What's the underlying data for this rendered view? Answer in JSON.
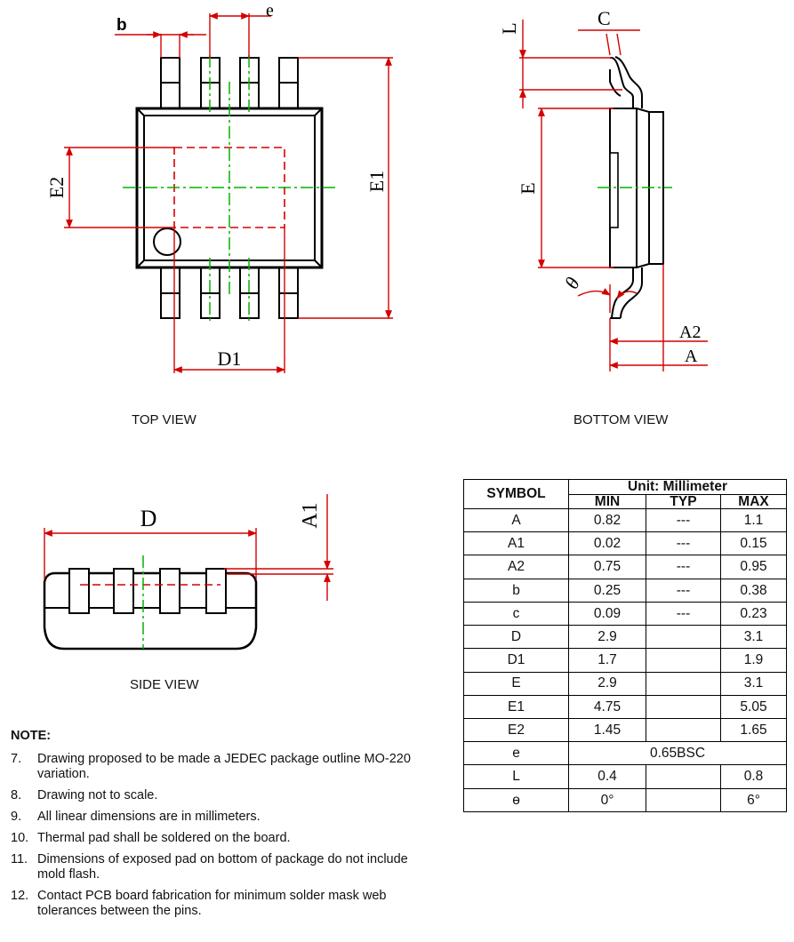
{
  "labels": {
    "b": "b",
    "e": "e",
    "E2": "E2",
    "E1": "E1",
    "D1": "D1",
    "L": "L",
    "C": "C",
    "E": "E",
    "theta": "θ",
    "A2": "A2",
    "A": "A",
    "D": "D",
    "A1": "A1"
  },
  "captions": {
    "top_view": "TOP VIEW",
    "bottom_view": "BOTTOM VIEW",
    "side_view": "SIDE VIEW"
  },
  "table": {
    "symbol_header": "SYMBOL",
    "unit_header": "Unit: Millimeter",
    "min_header": "MIN",
    "typ_header": "TYP",
    "max_header": "MAX",
    "rows": [
      {
        "symbol": "A",
        "min": "0.82",
        "typ": "---",
        "max": "1.1"
      },
      {
        "symbol": "A1",
        "min": "0.02",
        "typ": "---",
        "max": "0.15"
      },
      {
        "symbol": "A2",
        "min": "0.75",
        "typ": "---",
        "max": "0.95"
      },
      {
        "symbol": "b",
        "min": "0.25",
        "typ": "---",
        "max": "0.38"
      },
      {
        "symbol": "c",
        "min": "0.09",
        "typ": "---",
        "max": "0.23"
      },
      {
        "symbol": "D",
        "min": "2.9",
        "typ": "",
        "max": "3.1"
      },
      {
        "symbol": "D1",
        "min": "1.7",
        "typ": "",
        "max": "1.9"
      },
      {
        "symbol": "E",
        "min": "2.9",
        "typ": "",
        "max": "3.1"
      },
      {
        "symbol": "E1",
        "min": "4.75",
        "typ": "",
        "max": "5.05"
      },
      {
        "symbol": "E2",
        "min": "1.45",
        "typ": "",
        "max": "1.65"
      }
    ],
    "row_e": {
      "symbol": "e",
      "value": "0.65BSC"
    },
    "row_l": {
      "symbol": "L",
      "min": "0.4",
      "typ": "",
      "max": "0.8"
    },
    "row_theta": {
      "symbol": "ɵ",
      "min": "0°",
      "typ": "",
      "max": "6°"
    }
  },
  "notes": {
    "title": "NOTE:",
    "items": [
      {
        "num": "7.",
        "text": "Drawing proposed to be made a JEDEC package outline MO-220 variation."
      },
      {
        "num": "8.",
        "text": "Drawing not to scale."
      },
      {
        "num": "9.",
        "text": "All linear dimensions are in millimeters."
      },
      {
        "num": "10.",
        "text": "Thermal pad shall be soldered on the board."
      },
      {
        "num": "11.",
        "text": "Dimensions of exposed pad on bottom of package do not include mold flash."
      },
      {
        "num": "12.",
        "text": "Contact PCB board fabrication for minimum solder mask web tolerances between the pins."
      }
    ]
  },
  "colors": {
    "dimension_line": "#d40000",
    "center_line": "#00b400",
    "outline": "#000000"
  }
}
